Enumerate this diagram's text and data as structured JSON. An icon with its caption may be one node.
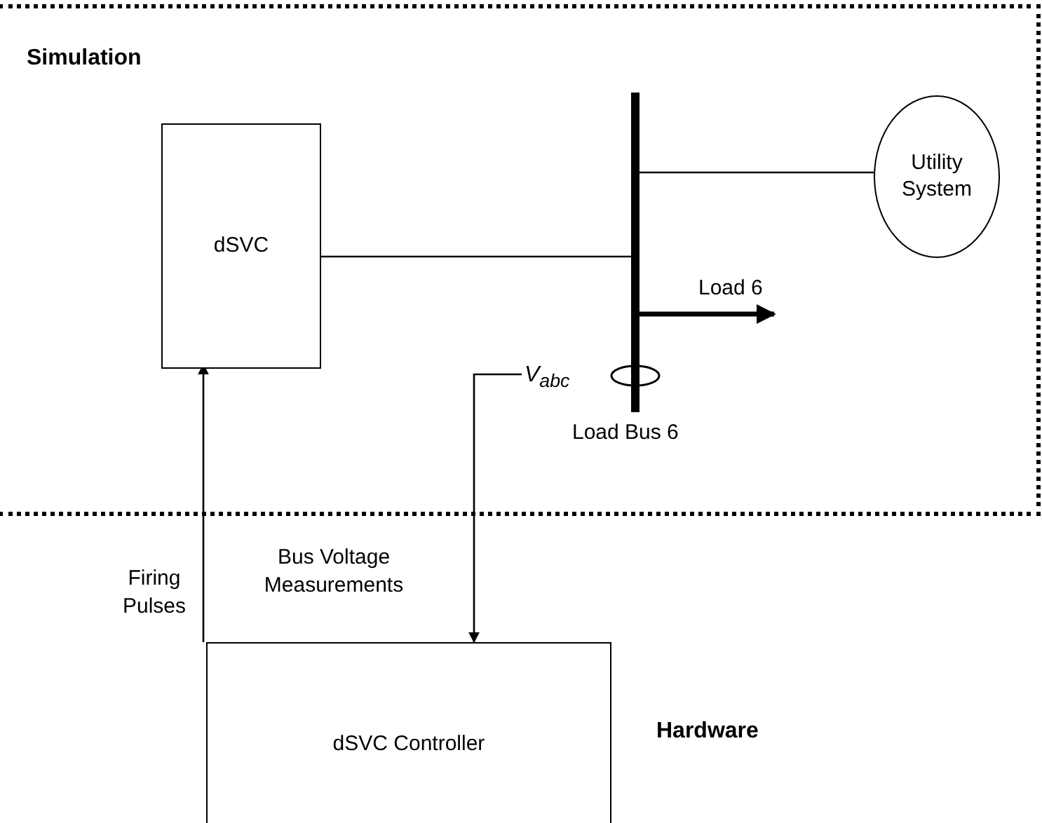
{
  "diagram": {
    "nodes": [
      {
        "text": [
          "Simulation"
        ]
      },
      {
        "text": [
          "dSVC"
        ],
        "in": 0
      },
      {
        "text": [],
        "shape": "bar",
        "in": 0,
        "beside": [
          "Load Bus 6"
        ]
      },
      {
        "text": [
          "Utility System"
        ],
        "in": 0
      },
      {
        "text": [
          "V$_{abc}$"
        ],
        "in": 0
      },
      {
        "text": [
          "dSVC Controller"
        ]
      }
    ],
    "edges": [
      {
        "from": 1,
        "to": 2,
        "arrow": "none"
      },
      {
        "from": 2,
        "to": 3,
        "arrow": "none"
      },
      {
        "from": 2,
        "to": null,
        "arrow": "to",
        "label": "Load 6",
        "style": "thick"
      },
      {
        "from": 4,
        "to": 5,
        "arrow": "to",
        "label": "Bus Voltage Measurements"
      },
      {
        "from": 5,
        "to": 1,
        "arrow": "to",
        "label": "Firing Pulses"
      }
    ],
    "labels": [
      "Hardware"
    ]
  }
}
